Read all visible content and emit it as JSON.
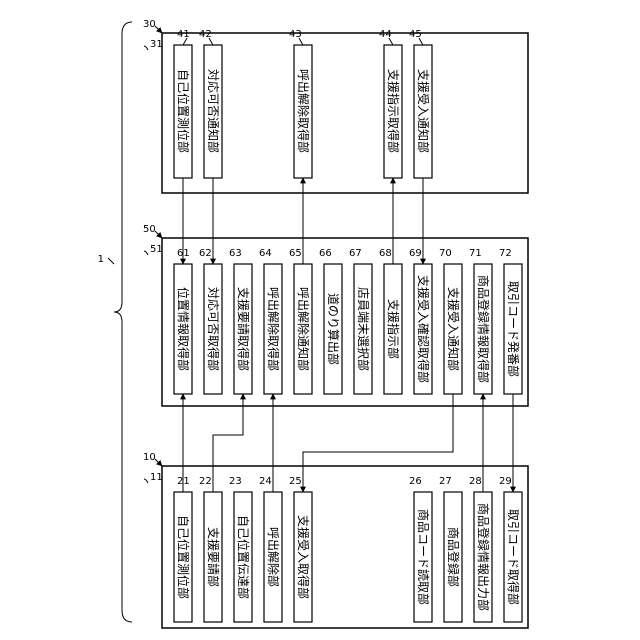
{
  "system_ref": "1",
  "units": [
    {
      "ref": "30",
      "sub_ref": "31",
      "modules": [
        {
          "ref": "41",
          "label": "自己位置測位部"
        },
        {
          "ref": "42",
          "label": "対応可否通知部"
        },
        {
          "ref": "43",
          "label": "呼出解除取得部"
        },
        {
          "ref": "44",
          "label": "支援指示取得部"
        },
        {
          "ref": "45",
          "label": "支援受入通知部"
        }
      ]
    },
    {
      "ref": "50",
      "sub_ref": "51",
      "modules": [
        {
          "ref": "61",
          "label": "位置情報取得部"
        },
        {
          "ref": "62",
          "label": "対応可否取得部"
        },
        {
          "ref": "63",
          "label": "支援要請取得部"
        },
        {
          "ref": "64",
          "label": "呼出解除取得部"
        },
        {
          "ref": "65",
          "label": "呼出解除通知部"
        },
        {
          "ref": "66",
          "label": "道のり算出部"
        },
        {
          "ref": "67",
          "label": "店員端末選択部"
        },
        {
          "ref": "68",
          "label": "支援指示部"
        },
        {
          "ref": "69",
          "label": "支援受入確認取得部"
        },
        {
          "ref": "70",
          "label": "支援受入通知部"
        },
        {
          "ref": "71",
          "label": "商品登録情報取得部"
        },
        {
          "ref": "72",
          "label": "取引コード発番部"
        }
      ]
    },
    {
      "ref": "10",
      "sub_ref": "11",
      "modules": [
        {
          "ref": "21",
          "label": "自己位置測位部"
        },
        {
          "ref": "22",
          "label": "支援要請部"
        },
        {
          "ref": "23",
          "label": "自己位置伝達部"
        },
        {
          "ref": "24",
          "label": "呼出解除部"
        },
        {
          "ref": "25",
          "label": "支援受入取得部"
        },
        {
          "ref": "26",
          "label": "商品コード読取部"
        },
        {
          "ref": "27",
          "label": "商品登録部"
        },
        {
          "ref": "28",
          "label": "商品登録情報出力部"
        },
        {
          "ref": "29",
          "label": "取引コード取得部"
        }
      ]
    }
  ]
}
